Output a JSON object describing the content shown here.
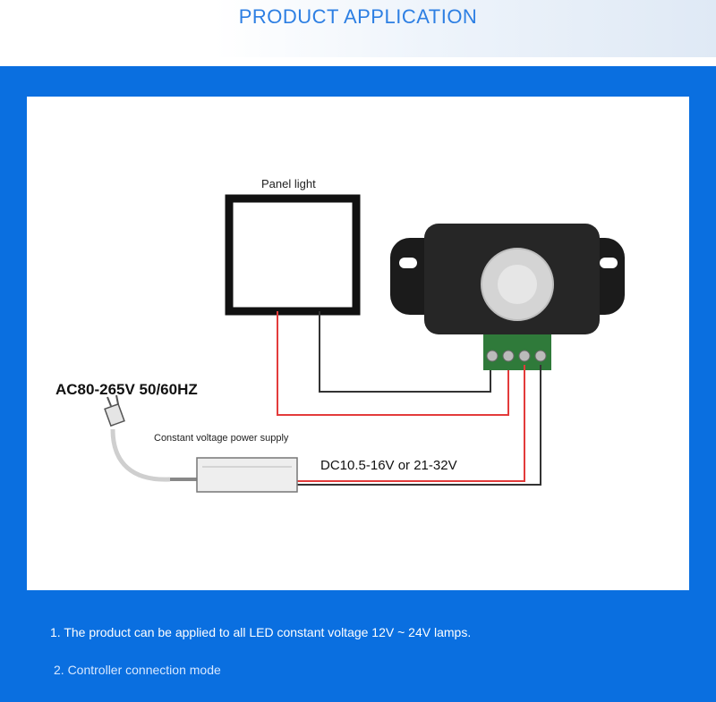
{
  "header": {
    "title": "PRODUCT APPLICATION"
  },
  "diagram": {
    "panel_label": "Panel light",
    "ac_label": "AC80-265V 50/60HZ",
    "supply_label": "Constant voltage power supply",
    "dc_label": "DC10.5-16V or 21-32V"
  },
  "notes": {
    "item1": "1. The product can be applied to all LED constant voltage 12V ~ 24V lamps.",
    "item2": "2. Controller connection mode"
  },
  "colors": {
    "background": "#0a6fe0",
    "header_text": "#2d7fe3",
    "wire_red": "#e33b3b",
    "wire_black": "#333333"
  }
}
